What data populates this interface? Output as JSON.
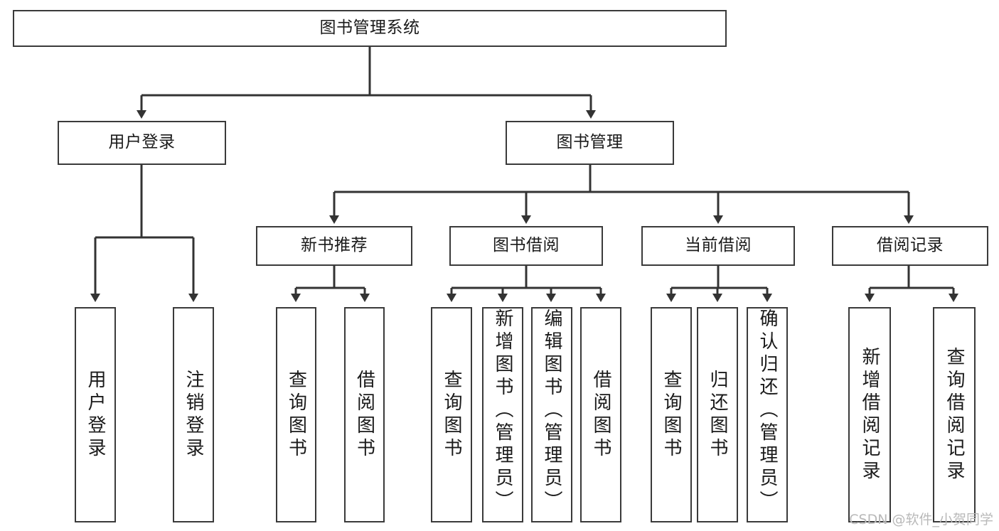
{
  "diagram": {
    "title": "图书管理系统",
    "watermark": "CSDN @软件_小贺同学",
    "root": {
      "label": "图书管理系统"
    },
    "level1": [
      {
        "label": "用户登录"
      },
      {
        "label": "图书管理"
      }
    ],
    "level2": [
      {
        "label": "新书推荐"
      },
      {
        "label": "图书借阅"
      },
      {
        "label": "当前借阅"
      },
      {
        "label": "借阅记录"
      }
    ],
    "leaves": {
      "user_login": [
        {
          "label": "用户登录"
        },
        {
          "label": "注销登录"
        }
      ],
      "new_book_recommend": [
        {
          "label": "查询图书"
        },
        {
          "label": "借阅图书"
        }
      ],
      "book_borrow": [
        {
          "label": "查询图书"
        },
        {
          "label": "新增图书（管理员）"
        },
        {
          "label": "编辑图书（管理员）"
        },
        {
          "label": "借阅图书"
        }
      ],
      "current_borrow": [
        {
          "label": "查询图书"
        },
        {
          "label": "归还图书"
        },
        {
          "label": "确认归还（管理员）"
        }
      ],
      "borrow_record": [
        {
          "label": "新增借阅记录"
        },
        {
          "label": "查询借阅记录"
        }
      ]
    },
    "colors": {
      "line": "#333333",
      "border": "#3a3a3a",
      "text": "#1a1a1a",
      "background": "#ffffff",
      "watermark": "#b9b9b9"
    }
  }
}
